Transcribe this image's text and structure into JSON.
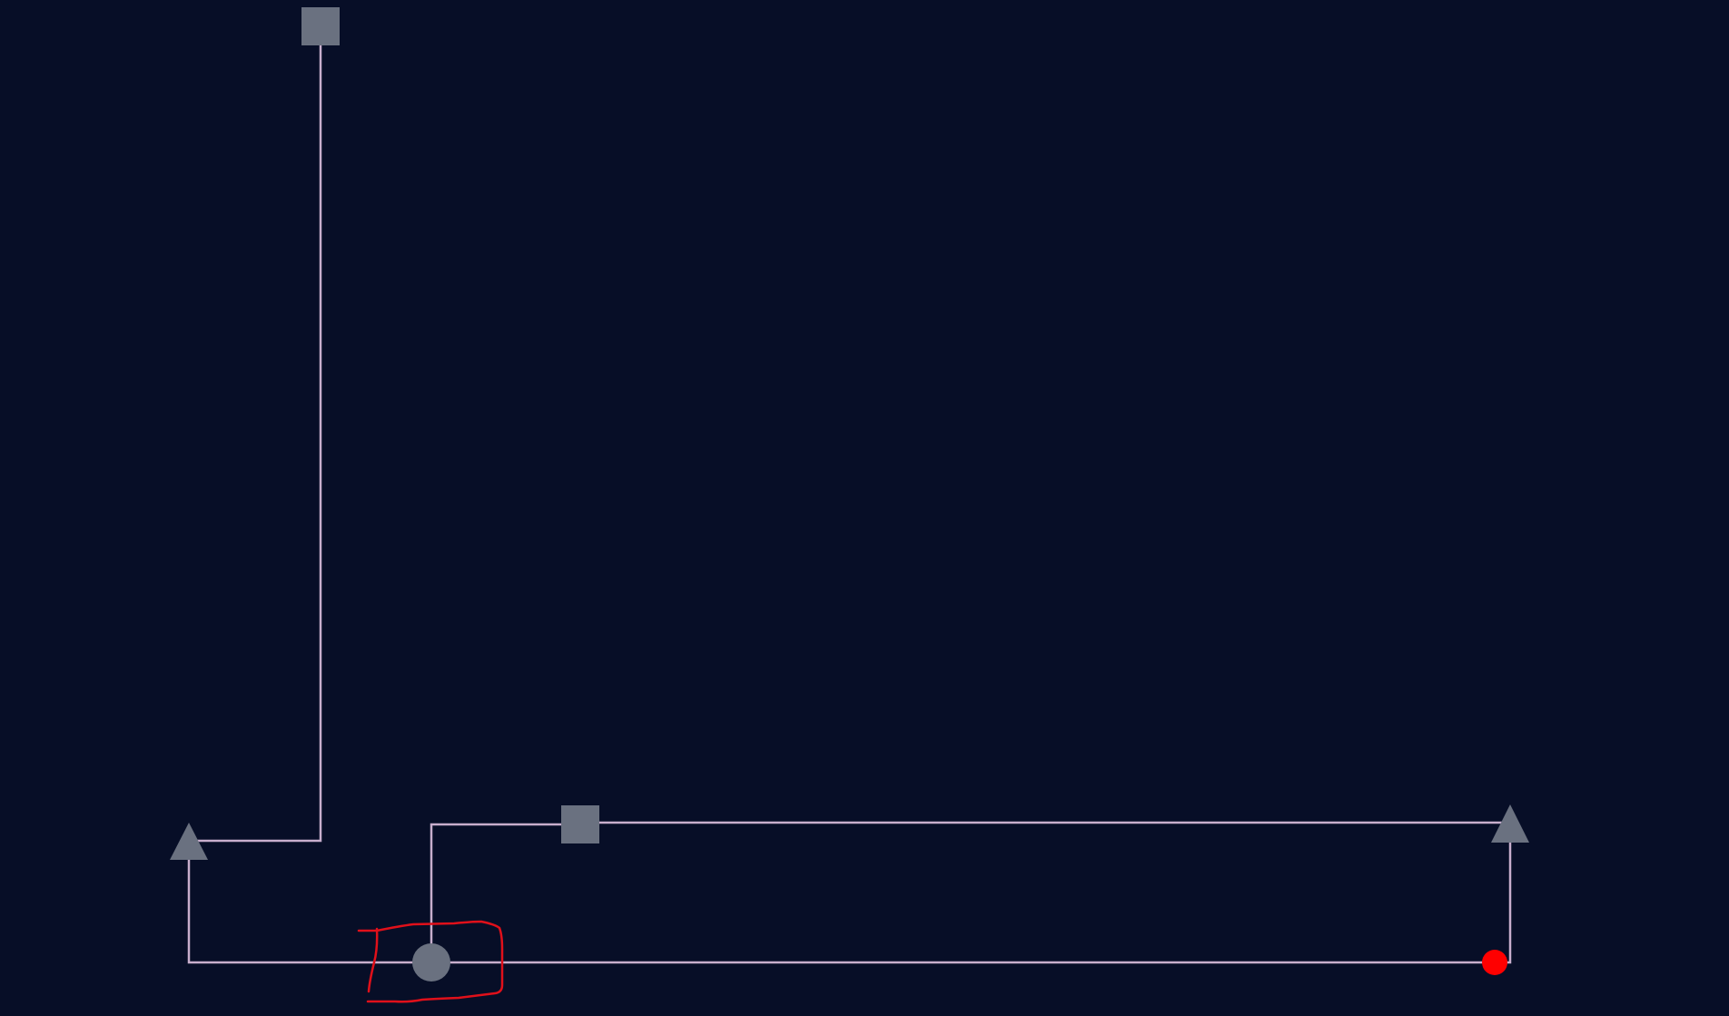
{
  "game": {
    "background_color": "#070e27",
    "path_color": "#c8aecd",
    "node_color": "#6a7180",
    "player_color": "#ff0000",
    "annotation_color": "#e0101a"
  },
  "nodes": [
    {
      "id": "square-top",
      "shape": "square",
      "icon": "square-icon"
    },
    {
      "id": "triangle-left",
      "shape": "triangle",
      "icon": "triangle-icon"
    },
    {
      "id": "circle-bottom",
      "shape": "circle",
      "icon": "circle-icon",
      "highlighted": true
    },
    {
      "id": "square-middle",
      "shape": "square",
      "icon": "square-icon"
    },
    {
      "id": "triangle-right",
      "shape": "triangle",
      "icon": "triangle-icon"
    }
  ],
  "player": {
    "icon": "player-dot-icon"
  },
  "annotation": {
    "kind": "hand-drawn-box",
    "target": "circle-bottom"
  }
}
